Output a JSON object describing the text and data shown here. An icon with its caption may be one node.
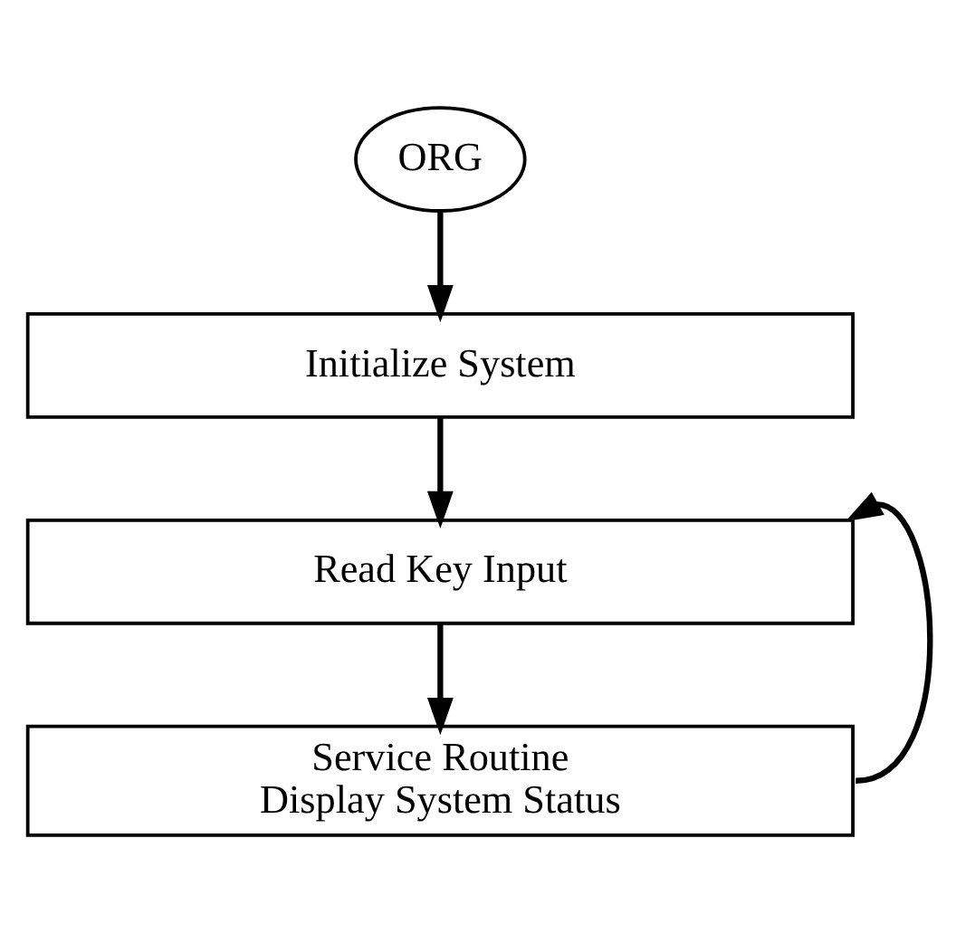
{
  "diagram": {
    "nodes": [
      {
        "text": [
          "ORG"
        ]
      },
      {
        "text": [
          "Initialize System"
        ]
      },
      {
        "text": [
          "Read Key Input"
        ]
      },
      {
        "text": [
          "Service Routine",
          "Display System Status"
        ]
      }
    ],
    "edges": [
      {
        "from": 0,
        "to": 1,
        "arrow": "to"
      },
      {
        "from": 1,
        "to": 2,
        "arrow": "to"
      },
      {
        "from": 2,
        "to": 3,
        "arrow": "to"
      },
      {
        "from": 3,
        "to": 2,
        "arrow": "to"
      }
    ]
  }
}
